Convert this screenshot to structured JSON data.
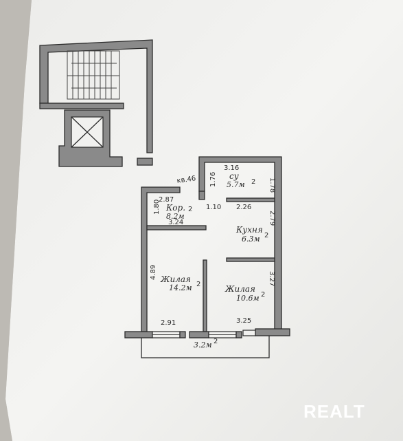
{
  "apartment": {
    "label": "кв.46"
  },
  "rooms": [
    {
      "id": "bathroom",
      "name": "су",
      "area": "5.7м"
    },
    {
      "id": "corridor",
      "name": "Кор.",
      "area": "8.2м"
    },
    {
      "id": "kitchen",
      "name": "Кухня",
      "area": "6.3м"
    },
    {
      "id": "living-left",
      "name": "Жилая",
      "area": "14.2м"
    },
    {
      "id": "living-right",
      "name": "Жилая",
      "area": "10.6м"
    },
    {
      "id": "balcony",
      "name": "",
      "area": "3.2м"
    }
  ],
  "area_superscript": "2",
  "dimensions": {
    "bath_top": "3.16",
    "bath_left": "1.76",
    "bath_right": "1.78",
    "corridor_top": "2.87",
    "corridor_left": "1.80",
    "corridor_bottom": "3.24",
    "bath_bottom_gap": "1.10",
    "kitchen_top": "2.26",
    "kitchen_right": "2.79",
    "living_left_side": "4.89",
    "living_left_bottom": "2.91",
    "living_right_side": "3.27",
    "living_right_bottom": "3.25"
  },
  "watermark": "REALT"
}
